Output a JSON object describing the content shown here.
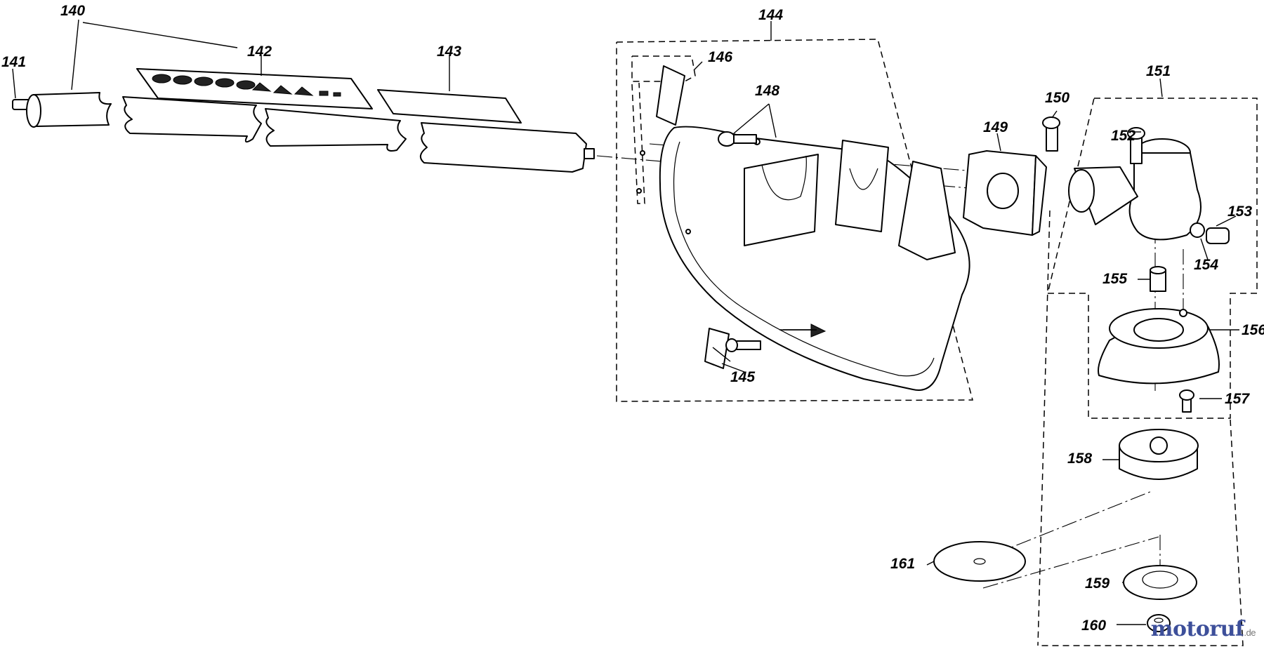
{
  "callouts": {
    "p140": "140",
    "p141": "141",
    "p142": "142",
    "p143": "143",
    "p144": "144",
    "p145": "145",
    "p146": "146",
    "p148": "148",
    "p149": "149",
    "p150": "150",
    "p151": "151",
    "p152": "152",
    "p153": "153",
    "p154": "154",
    "p155": "155",
    "p156": "156",
    "p157": "157",
    "p158": "158",
    "p159": "159",
    "p160": "160",
    "p161": "161"
  },
  "watermark": {
    "main": "motoruf",
    "tld": ".de"
  },
  "colors": {
    "line": "#000000",
    "background": "#ffffff",
    "watermark": "#3d4f9a"
  }
}
